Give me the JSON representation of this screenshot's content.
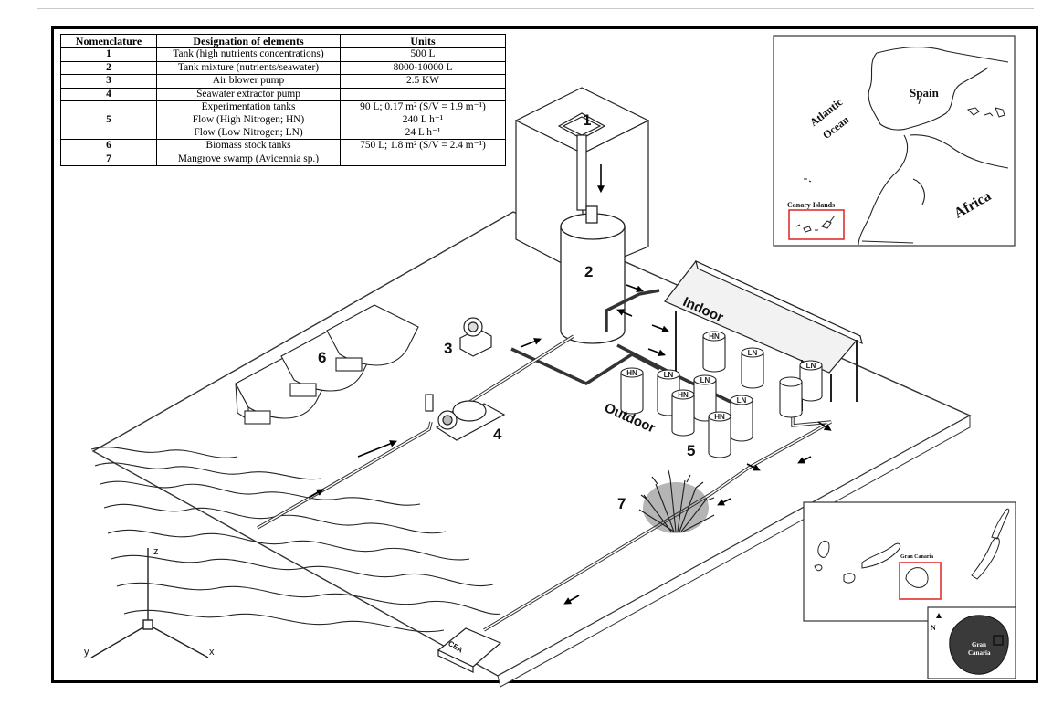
{
  "table": {
    "headers": [
      "Nomenclature",
      "Designation of elements",
      "Units"
    ],
    "rows": [
      {
        "n": "1",
        "designation": [
          "Tank (high nutrients concentrations)"
        ],
        "units": [
          "500 L"
        ]
      },
      {
        "n": "2",
        "designation": [
          "Tank mixture (nutrients/seawater)"
        ],
        "units": [
          "8000-10000 L"
        ]
      },
      {
        "n": "3",
        "designation": [
          "Air blower pump"
        ],
        "units": [
          "2.5 KW"
        ]
      },
      {
        "n": "4",
        "designation": [
          "Seawater extractor pump"
        ],
        "units": [
          ""
        ]
      },
      {
        "n": "5",
        "designation": [
          "Experimentation tanks",
          "Flow (High Nitrogen; HN)",
          "Flow (Low Nitrogen; LN)"
        ],
        "units": [
          "90 L; 0.17 m² (S/V = 1.9 m⁻¹)",
          "240 L h⁻¹",
          "24 L h⁻¹"
        ]
      },
      {
        "n": "6",
        "designation": [
          "Biomass stock tanks"
        ],
        "units": [
          "750 L; 1.8 m² (S/V = 2.4 m⁻¹)"
        ]
      },
      {
        "n": "7",
        "designation": [
          "Mangrove swamp (Avicennia sp.)"
        ],
        "units": [
          ""
        ]
      }
    ]
  },
  "labels": {
    "n1": "1",
    "n2": "2",
    "n3": "3",
    "n4": "4",
    "n5": "5",
    "n6": "6",
    "n7": "7",
    "indoor": "Indoor",
    "outdoor": "Outdoor",
    "hn": "HN",
    "lnl": "LN",
    "cea": "CEA"
  },
  "axes": {
    "z": "z",
    "y": "y",
    "x": "x"
  },
  "map": {
    "spain": "Spain",
    "atlantic": "Atlantic",
    "ocean": "Ocean",
    "africa": "Africa",
    "canary": "Canary Islands",
    "gran_canaria_small": "Gran Canaria",
    "north": "N",
    "gran": "Gran",
    "canaria": "Canaria"
  },
  "colors": {
    "highlight_box": "#e03030",
    "line": "#000000",
    "roof": "#f2f2f2"
  }
}
